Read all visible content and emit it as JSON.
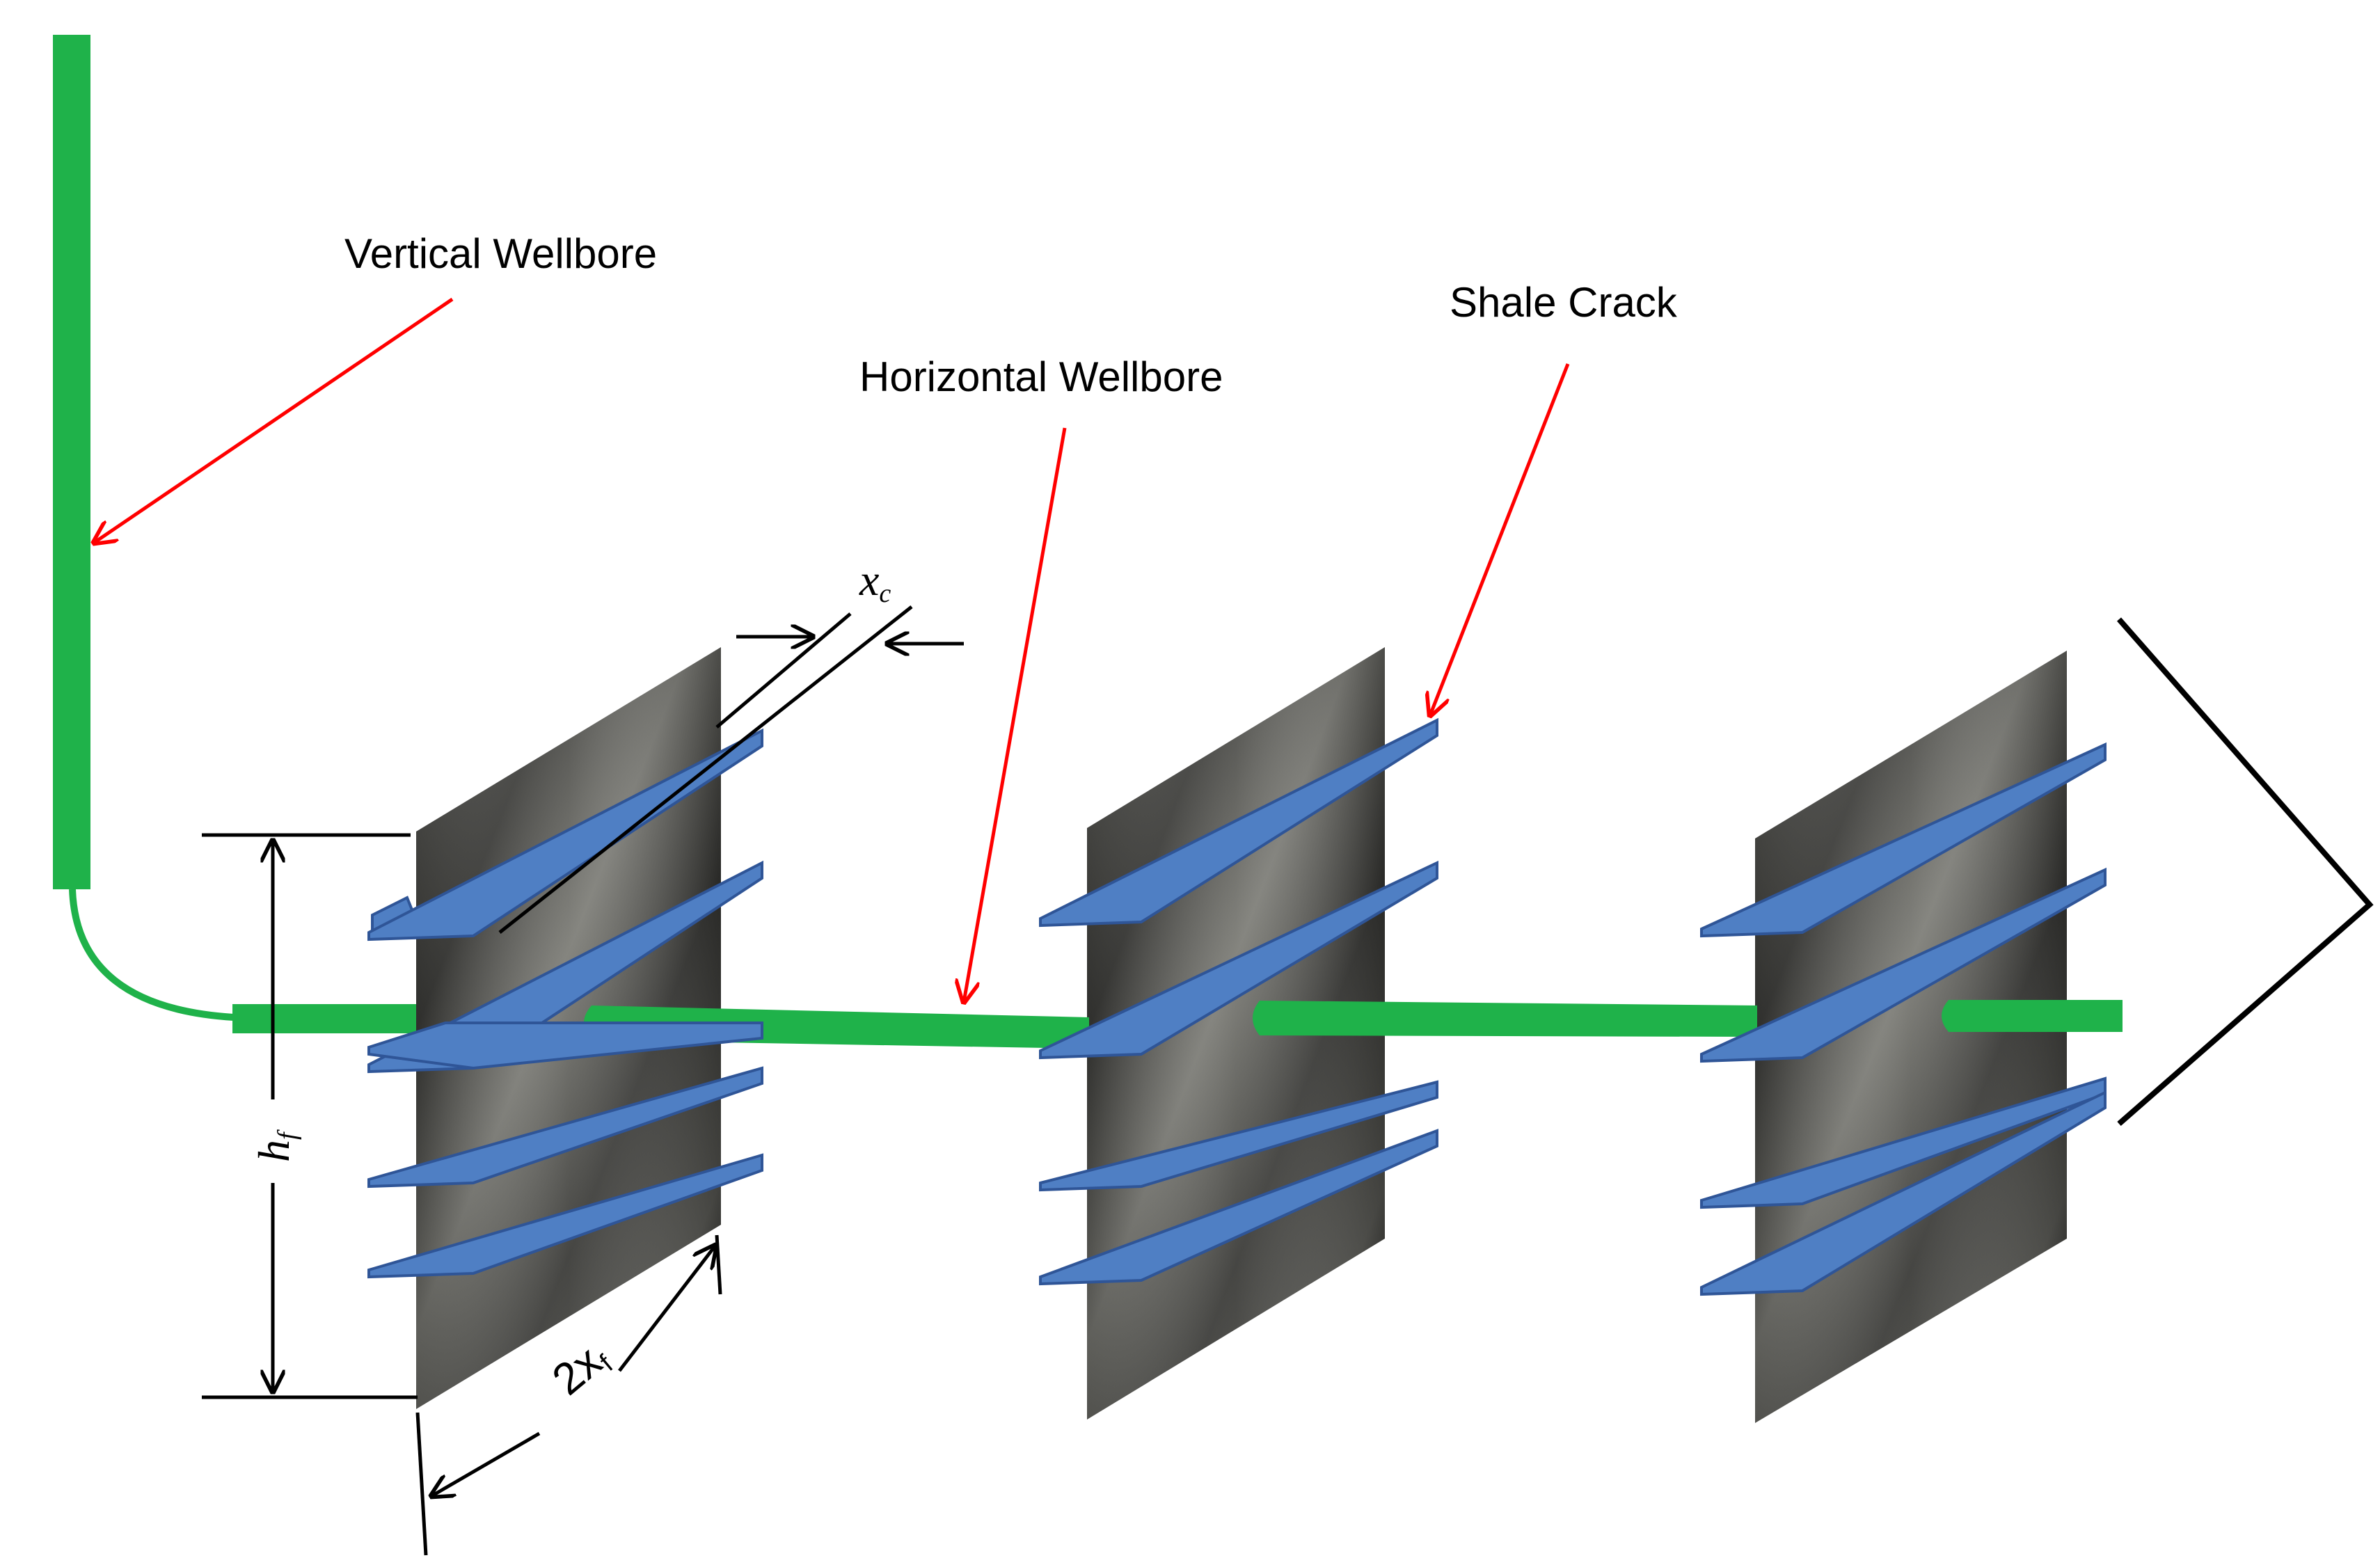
{
  "labels": {
    "vertical_wellbore": "Vertical Wellbore",
    "horizontal_wellbore": "Horizontal Wellbore",
    "shale_crack": "Shale Crack"
  },
  "dimensions": {
    "xc_main": "x",
    "xc_sub": "c",
    "hf_main": "h",
    "hf_sub": "f",
    "xf_prefix": "2x",
    "xf_sub": "f"
  },
  "colors": {
    "wellbore": "#1fb24a",
    "crack_fill": "#4f7fc4",
    "crack_stroke": "#2f5597",
    "arrow": "#ff0000",
    "slab_dark": "#2b2b2b",
    "slab_light": "#8a8a84"
  }
}
